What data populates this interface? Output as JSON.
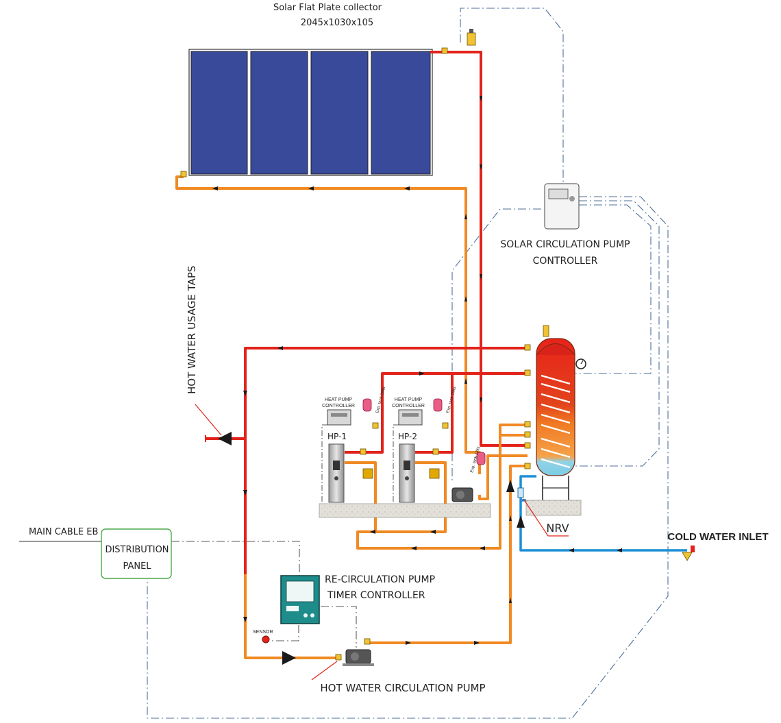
{
  "collector": {
    "title": "Solar Flat Plate collector",
    "size": "2045x1030x105",
    "panel_count": 4,
    "panel_color": "#3a4a9a"
  },
  "labels": {
    "hot_water_taps": "HOT WATER USAGE TAPS",
    "solar_controller_line1": "SOLAR CIRCULATION PUMP",
    "solar_controller_line2": "CONTROLLER",
    "heat_pump_controller_line1": "HEAT PUMP",
    "heat_pump_controller_line2": "CONTROLLER",
    "hp1": "HP-1",
    "hp2": "HP-2",
    "exp_tank": "Exp. tank 18lts",
    "nrv": "NRV",
    "cold_water_inlet": "COLD WATER INLET",
    "main_cable": "MAIN CABLE EB",
    "distribution_line1": "DISTRIBUTION",
    "distribution_line2": "PANEL",
    "recirc_line1": "RE-CIRCULATION PUMP",
    "recirc_line2": "TIMER CONTROLLER",
    "sensor": "SENSOR",
    "hot_water_pump": "HOT WATER CIRCULATION PUMP"
  },
  "colors": {
    "hot_pipe": "#e2231a",
    "return_pipe": "#f08a24",
    "cold_pipe": "#1c8fd6",
    "control_wiring": "#4d6f9a",
    "distribution_panel_border": "#4aa84a",
    "timer_controller": "#1f8c8c"
  },
  "icons": {
    "pump": "pump-icon",
    "valve": "valve-icon",
    "expansion_tank": "expansion-tank-icon",
    "air_vent": "air-vent-icon",
    "gauge": "pressure-gauge-icon"
  }
}
